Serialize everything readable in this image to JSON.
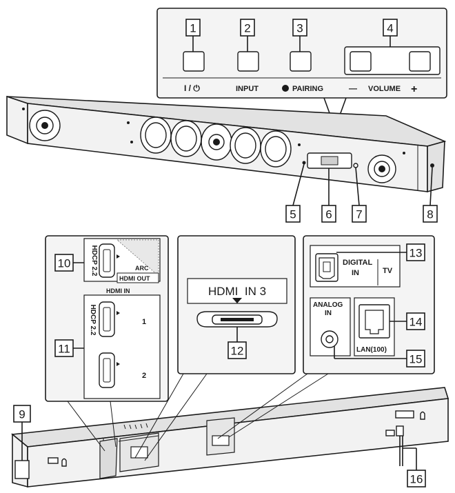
{
  "top_panel": {
    "label_power": "I / ⏻",
    "label_input": "INPUT",
    "label_pairing_icon": "bluetooth-icon",
    "label_pairing": "PAIRING",
    "label_vol_minus": "—",
    "label_volume": "VOLUME",
    "label_vol_plus": "+"
  },
  "callouts": {
    "c1": "1",
    "c2": "2",
    "c3": "3",
    "c4": "4",
    "c5": "5",
    "c6": "6",
    "c7": "7",
    "c8": "8",
    "c9": "9",
    "c10": "10",
    "c11": "11",
    "c12": "12",
    "c13": "13",
    "c14": "14",
    "c15": "15",
    "c16": "16"
  },
  "hdmi_panel": {
    "hdcp_top": "HDCP 2.2",
    "arc": "ARC",
    "hdmi_out": "HDMI OUT",
    "hdmi_in": "HDMI IN",
    "hdcp_bottom": "HDCP 2.2",
    "port1": "1",
    "port2": "2"
  },
  "hdmi3_panel": {
    "label": "HDMI  IN 3"
  },
  "right_panel": {
    "digital": "DIGITAL",
    "in": "IN",
    "tv": "TV",
    "analog": "ANALOG",
    "analog_in": "IN",
    "lan": "LAN(100)"
  }
}
